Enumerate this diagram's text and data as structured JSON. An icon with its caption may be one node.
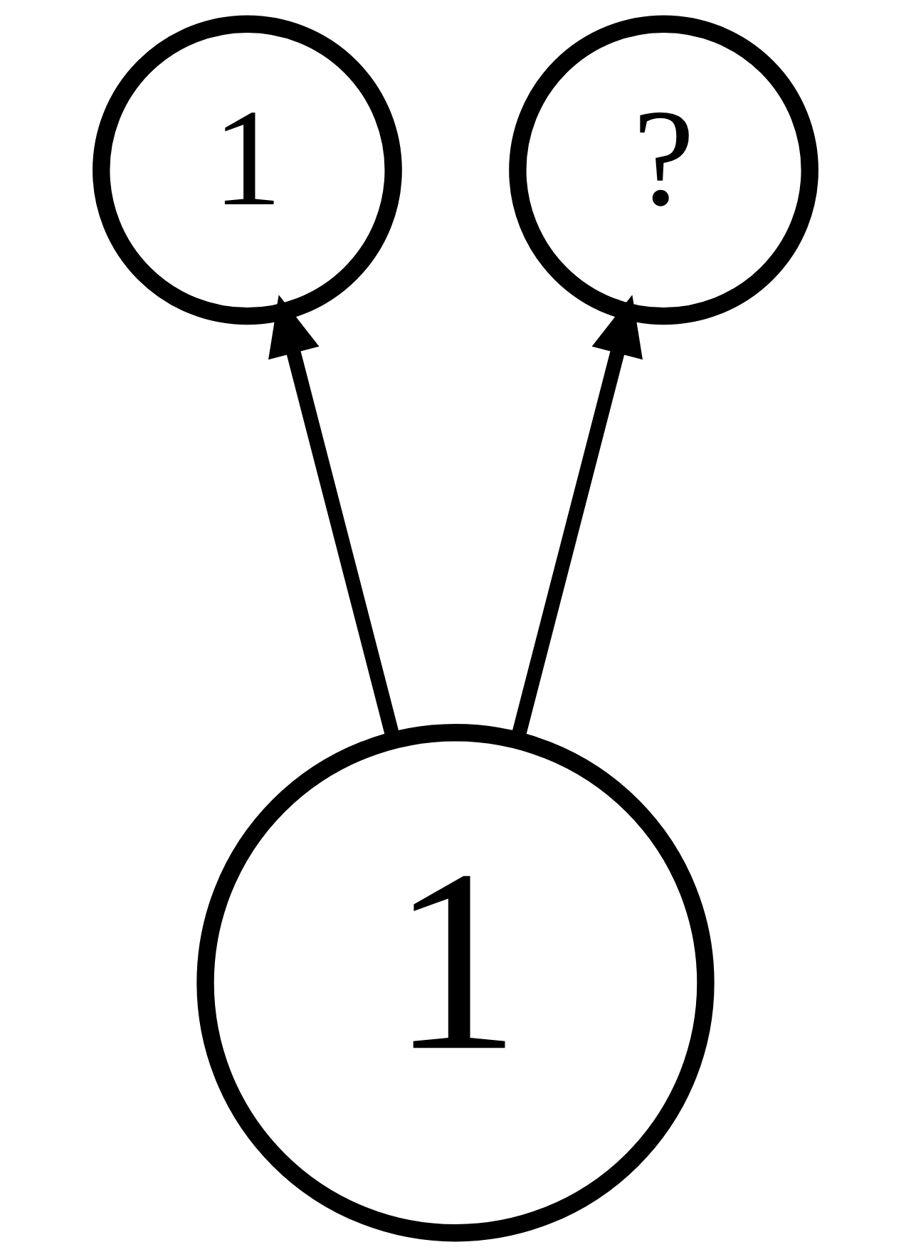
{
  "diagram": {
    "nodes": [
      {
        "text": [
          "1"
        ]
      },
      {
        "text": [
          "?"
        ]
      },
      {
        "text": [
          "1"
        ]
      }
    ],
    "edges": [
      {
        "from": 2,
        "to": 0,
        "arrow": "to"
      },
      {
        "from": 2,
        "to": 1,
        "arrow": "to"
      }
    ]
  }
}
